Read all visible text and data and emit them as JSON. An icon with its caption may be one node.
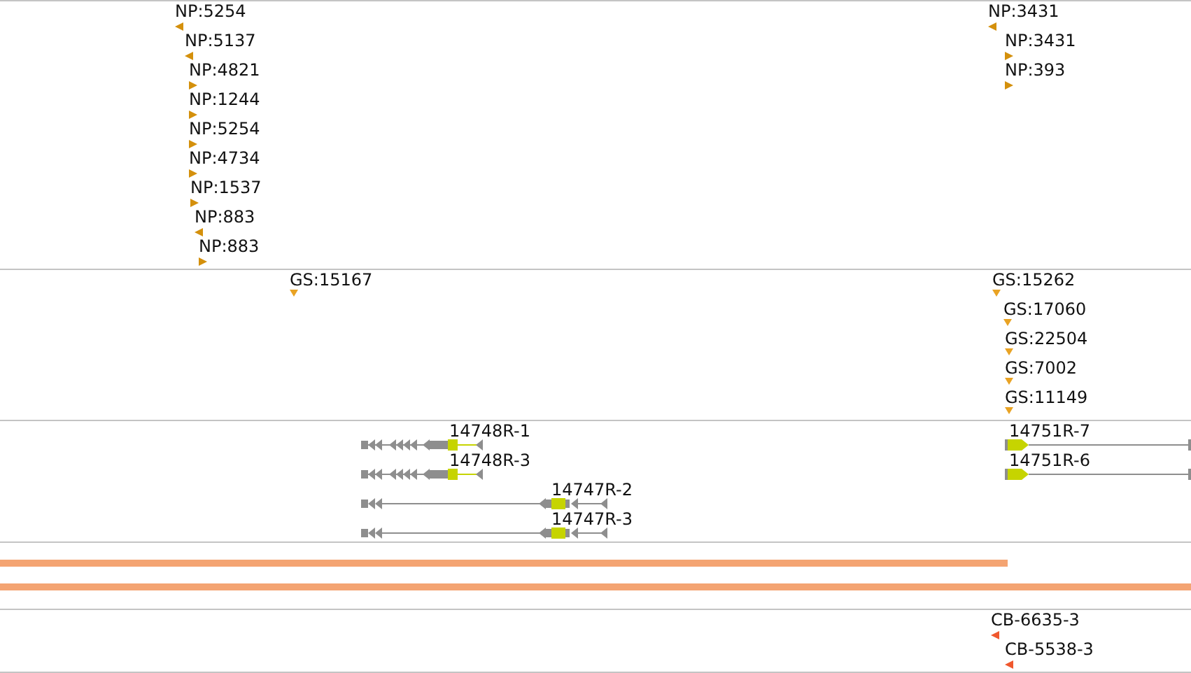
{
  "diagram": {
    "labels": [
      "NP:5254",
      "NP:3431",
      "NP:5137",
      "NP:3431",
      "NP:4821",
      "NP:393",
      "NP:1244",
      "NP:5254",
      "NP:4734",
      "NP:1537",
      "NP:883",
      "NP:883",
      "GS:15167",
      "GS:15262",
      "GS:17060",
      "GS:22504",
      "GS:7002",
      "GS:11149",
      "14748R-1",
      "14751R-7",
      "14748R-3",
      "14751R-6",
      "14747R-2",
      "14747R-3",
      "CB-6635-3",
      "CB-5538-3"
    ]
  }
}
